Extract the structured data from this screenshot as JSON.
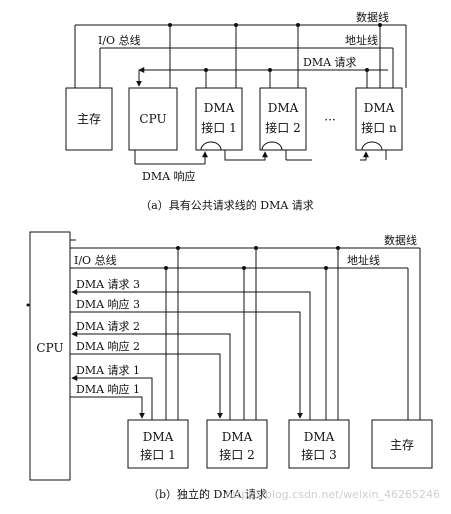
{
  "diagram_a": {
    "bus_labels": {
      "data_bus": "数据线",
      "addr_bus": "地址线",
      "io_bus": "I/O 总线",
      "dma_request": "DMA 请求",
      "dma_ack": "DMA 响应"
    },
    "boxes": {
      "memory": "主存",
      "cpu": "CPU",
      "dma1_line1": "DMA",
      "dma1_line2": "接口 1",
      "dma2_line1": "DMA",
      "dma2_line2": "接口 2",
      "dma3_line1": "DMA",
      "dma3_line2": "接口 n"
    },
    "ellipsis": "···",
    "caption": "（a）具有公共请求线的 DMA 请求"
  },
  "diagram_b": {
    "bus_labels": {
      "data_bus": "数据线",
      "addr_bus": "地址线",
      "io_bus": "I/O 总线",
      "req3": "DMA 请求 3",
      "ack3": "DMA 响应 3",
      "req2": "DMA 请求 2",
      "ack2": "DMA 响应 2",
      "req1": "DMA 请求 1",
      "ack1": "DMA 响应 1"
    },
    "boxes": {
      "cpu": "CPU",
      "dma1_line1": "DMA",
      "dma1_line2": "接口 1",
      "dma2_line1": "DMA",
      "dma2_line2": "接口 2",
      "dma3_line1": "DMA",
      "dma3_line2": "接口 3",
      "memory": "主存"
    },
    "caption": "（b）独立的 DMA 请求"
  },
  "watermark": "https://blog.csdn.net/weixin_46265246"
}
